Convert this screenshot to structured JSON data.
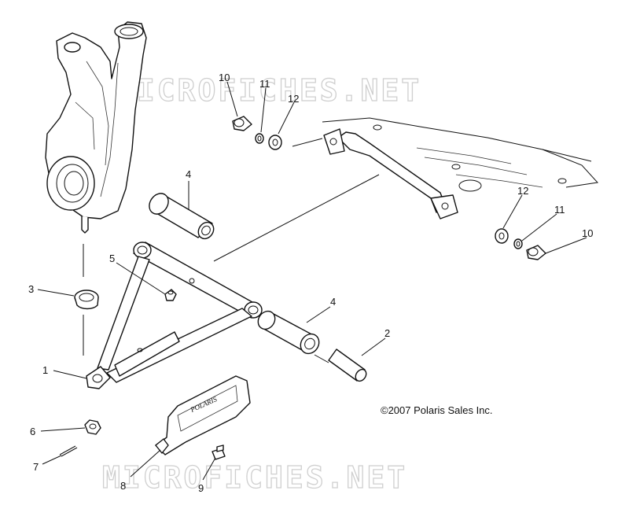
{
  "watermarks": [
    "MICROFICHES.NET",
    "MICROFICHES.NET"
  ],
  "copyright": "©2007 Polaris Sales Inc.",
  "guard_logo": "POLARIS",
  "callouts": [
    "1",
    "2",
    "3",
    "4",
    "4",
    "5",
    "6",
    "7",
    "8",
    "9",
    "10",
    "10",
    "11",
    "11",
    "12",
    "12"
  ]
}
